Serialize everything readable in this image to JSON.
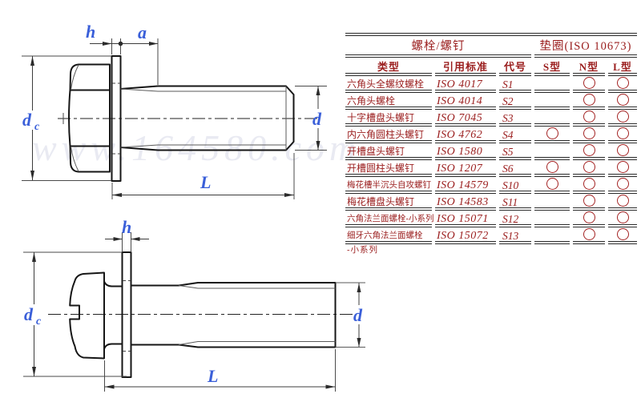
{
  "watermark": "www.164580.com",
  "dim_labels": {
    "h": "h",
    "a": "a",
    "d": "d",
    "dc_base": "d",
    "dc_sub": "c",
    "L": "L"
  },
  "colors": {
    "accent_red": "#9a1d1d",
    "dim_blue": "#3a5fd9",
    "line_black": "#161616"
  },
  "table": {
    "group_headers": {
      "bolt": "螺栓/螺钉",
      "washer": "垫圈(ISO 10673)"
    },
    "columns": {
      "type": "类型",
      "standard": "引用标准",
      "code": "代号",
      "s": "S型",
      "n": "N型",
      "l": "L型"
    },
    "rows": [
      {
        "type": "六角头全螺纹螺栓",
        "std": "ISO 4017",
        "code": "S1",
        "S": false,
        "N": true,
        "L": true
      },
      {
        "type": "六角头螺栓",
        "std": "ISO 4014",
        "code": "S2",
        "S": false,
        "N": true,
        "L": true
      },
      {
        "type": "十字槽盘头螺钉",
        "std": "ISO 7045",
        "code": "S3",
        "S": false,
        "N": true,
        "L": true
      },
      {
        "type": "内六角圆柱头螺钉",
        "std": "ISO 4762",
        "code": "S4",
        "S": true,
        "N": true,
        "L": true
      },
      {
        "type": "开槽盘头螺钉",
        "std": "ISO 1580",
        "code": "S5",
        "S": false,
        "N": true,
        "L": true
      },
      {
        "type": "开槽圆柱头螺钉",
        "std": "ISO 1207",
        "code": "S6",
        "S": true,
        "N": true,
        "L": true
      },
      {
        "type": "梅花槽半沉头自攻螺钉",
        "std": "ISO 14579",
        "code": "S10",
        "S": true,
        "N": true,
        "L": true
      },
      {
        "type": "梅花槽盘头螺钉",
        "std": "ISO 14583",
        "code": "S11",
        "S": false,
        "N": true,
        "L": true
      },
      {
        "type": "六角法兰面螺栓-小系列",
        "std": "ISO 15071",
        "code": "S12",
        "S": false,
        "N": true,
        "L": true
      },
      {
        "type": "细牙六角法兰面螺栓",
        "std": "ISO 15072",
        "code": "S13",
        "S": false,
        "N": true,
        "L": true
      }
    ],
    "overflow_text": "-小系列"
  }
}
